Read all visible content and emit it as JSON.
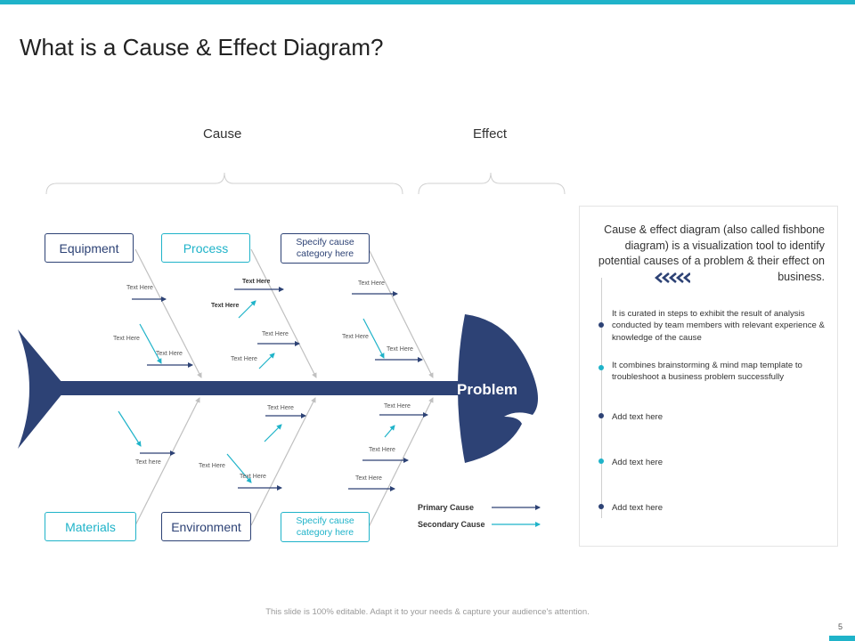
{
  "title": "What is a Cause & Effect Diagram?",
  "headers": {
    "cause": "Cause",
    "effect": "Effect"
  },
  "categories": {
    "equipment": "Equipment",
    "process": "Process",
    "specify_top": "Specify cause category here",
    "materials": "Materials",
    "environment": "Environment",
    "specify_bottom": "Specify cause category here"
  },
  "problem": "Problem",
  "cause_labels": [
    "Text Here",
    "Text Here",
    "Text Here",
    "Text Here",
    "Text Here",
    "Text Here",
    "Text Here",
    "Text Here",
    "Text Here",
    "Text here",
    "Text Here",
    "Text Here",
    "Text Here",
    "Text Here",
    "Text Here",
    "Text Here",
    "Text Here"
  ],
  "legend": {
    "primary": "Primary Cause",
    "secondary": "Secondary Cause"
  },
  "panel": {
    "intro": "Cause & effect diagram (also called fishbone diagram) is a visualization tool to identify potential causes of a problem & their effect on business.",
    "bullets": [
      "It is curated in steps to exhibit the result of analysis conducted by team members with relevant experience & knowledge of the cause",
      "It combines brainstorming & mind map template to troubleshoot a business problem successfully",
      "Add text here",
      "Add text here",
      "Add text here"
    ]
  },
  "footer": "This slide is 100% editable. Adapt it to your needs & capture your audience's attention.",
  "page_number": "5",
  "colors": {
    "navy": "#2d4275",
    "teal": "#1fb3c9",
    "gray_line": "#c0c0c0"
  }
}
